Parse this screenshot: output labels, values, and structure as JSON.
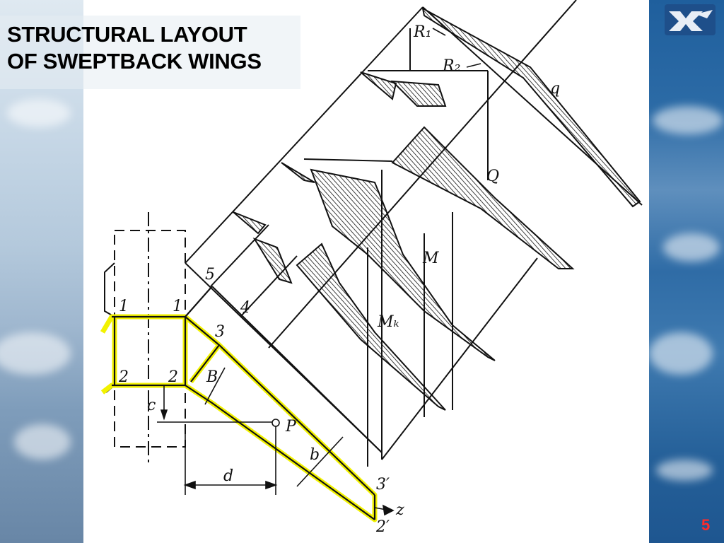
{
  "slide": {
    "title": "STRUCTURAL LAYOUT\nOF SWEPTBACK WINGS",
    "page_number": "5",
    "logo_icon": "xai-university-logo"
  },
  "diagram": {
    "labels": {
      "r1": "R₁",
      "r2": "R₂",
      "q_lower": "q",
      "q_upper": "Q",
      "m": "M",
      "mk": "Mₖ",
      "p": "P",
      "b_lower": "b",
      "b_upper": "B",
      "c": "c",
      "d": "d",
      "z": "z",
      "n1a": "1",
      "n1b": "1",
      "n2a": "2",
      "n2b": "2",
      "n3": "3",
      "n4": "4",
      "n5": "5",
      "n3p": "3′",
      "n2p": "2′"
    },
    "colors": {
      "highlight": "#f2f200",
      "line": "#111111",
      "page_number": "#ff2b2b"
    }
  }
}
